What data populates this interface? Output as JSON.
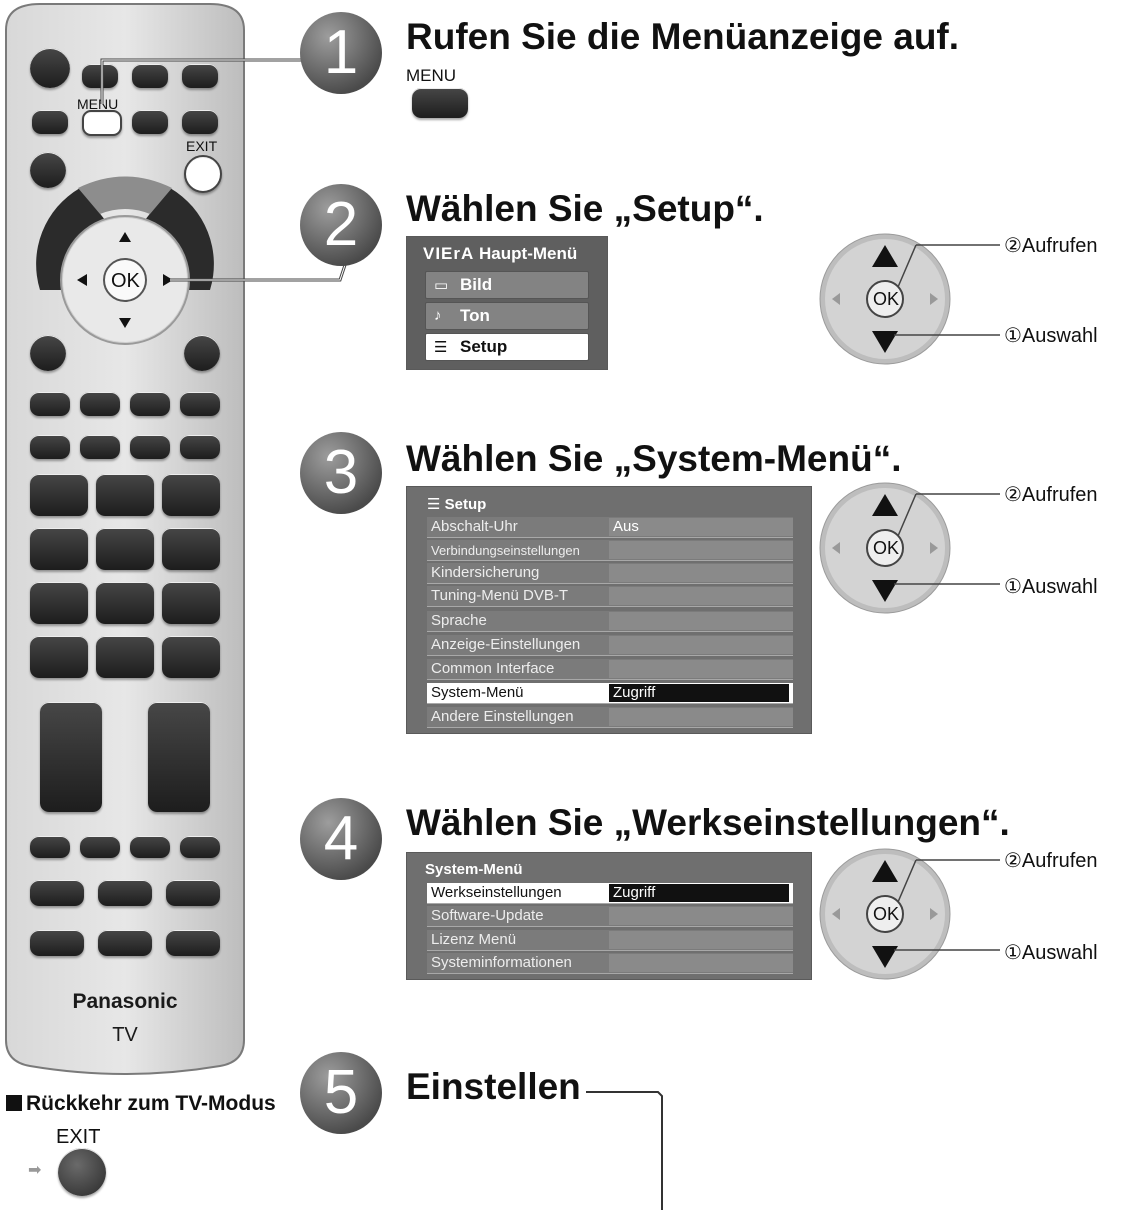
{
  "remote": {
    "menu_label": "MENU",
    "exit_label": "EXIT",
    "ok_label": "OK",
    "brand": "Panasonic",
    "tv": "TV"
  },
  "return": {
    "title": "Rückkehr zum TV-Modus",
    "exit_label": "EXIT"
  },
  "steps": [
    {
      "num": "1",
      "title": "Rufen Sie die Menüanzeige auf.",
      "button_label": "MENU"
    },
    {
      "num": "2",
      "title": "Wählen Sie „Setup“."
    },
    {
      "num": "3",
      "title": "Wählen Sie „System-Menü“."
    },
    {
      "num": "4",
      "title": "Wählen Sie „Werkseinstellungen“."
    },
    {
      "num": "5",
      "title": "Einstellen"
    }
  ],
  "main_menu": {
    "logo": "VIErA",
    "title": "Haupt-Menü",
    "items": [
      {
        "label": "Bild",
        "icon": "screen-icon",
        "selected": false
      },
      {
        "label": "Ton",
        "icon": "music-note-icon",
        "selected": false
      },
      {
        "label": "Setup",
        "icon": "list-icon",
        "selected": true
      }
    ]
  },
  "setup_menu": {
    "title": "Setup",
    "items": [
      {
        "label": "Abschalt-Uhr",
        "value": "Aus"
      },
      {
        "label": "Verbindungseinstellungen",
        "value": ""
      },
      {
        "label": "Kindersicherung",
        "value": ""
      },
      {
        "label": "Tuning-Menü DVB-T",
        "value": ""
      },
      {
        "label": "Sprache",
        "value": ""
      },
      {
        "label": "Anzeige-Einstellungen",
        "value": ""
      },
      {
        "label": "Common Interface",
        "value": ""
      },
      {
        "label": "System-Menü",
        "value": "Zugriff",
        "selected": true
      },
      {
        "label": "Andere Einstellungen",
        "value": ""
      }
    ]
  },
  "system_menu": {
    "title": "System-Menü",
    "items": [
      {
        "label": "Werkseinstellungen",
        "value": "Zugriff",
        "selected": true
      },
      {
        "label": "Software-Update",
        "value": ""
      },
      {
        "label": "Lizenz Menü",
        "value": ""
      },
      {
        "label": "Systeminformationen",
        "value": ""
      }
    ]
  },
  "dpad": {
    "ok": "OK",
    "access": "②Aufrufen",
    "select": "①Auswahl"
  }
}
